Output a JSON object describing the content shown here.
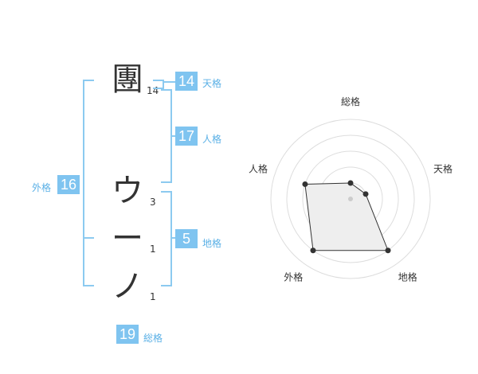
{
  "name_chars": [
    {
      "char": "團",
      "strokes": "14"
    },
    {
      "char": "ウ",
      "strokes": "3"
    },
    {
      "char": "ー",
      "strokes": "1"
    },
    {
      "char": "ノ",
      "strokes": "1"
    }
  ],
  "fortune": {
    "tenkaku": {
      "value": "14",
      "label": "天格"
    },
    "jinkaku": {
      "value": "17",
      "label": "人格"
    },
    "chikaku": {
      "value": "5",
      "label": "地格"
    },
    "gaikaku": {
      "value": "16",
      "label": "外格"
    },
    "soukaku": {
      "value": "19",
      "label": "総格"
    }
  },
  "colors": {
    "accent": "#7fc4f0",
    "line": "#8ccaf0",
    "label": "#5ab0e6"
  },
  "chart_data": {
    "type": "radar",
    "axes": [
      "総格",
      "天格",
      "地格",
      "外格",
      "人格"
    ],
    "values": [
      1,
      1,
      4,
      4,
      3
    ],
    "max": 5,
    "rings": 5
  }
}
